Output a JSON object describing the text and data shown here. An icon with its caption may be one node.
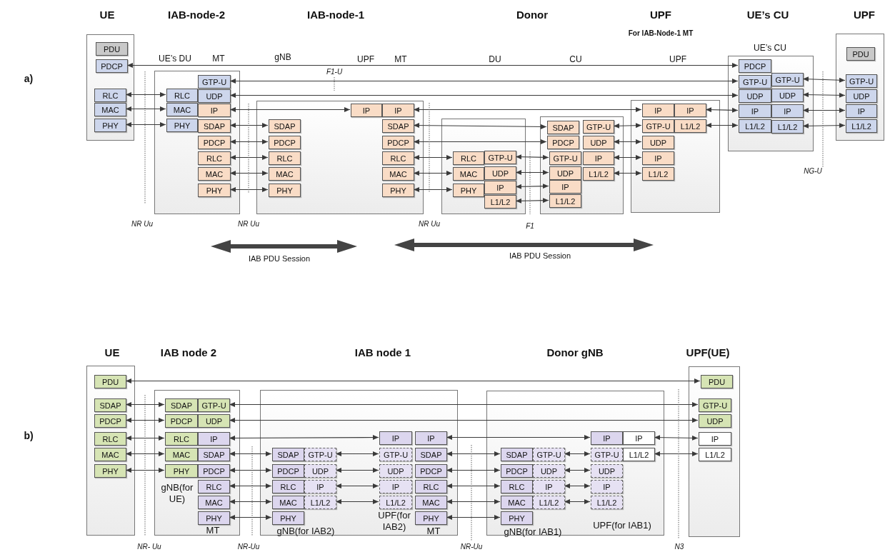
{
  "diagram": {
    "nodes": [
      {
        "text": [],
        "shape": "box"
      },
      {
        "text": [
          "PDU"
        ],
        "in": 0
      },
      {
        "text": [
          "PDCP"
        ],
        "in": 0
      },
      {
        "text": [
          "RLC"
        ],
        "in": 0
      },
      {
        "text": [
          "MAC"
        ],
        "in": 0
      },
      {
        "text": [
          "PHY"
        ],
        "in": 0
      },
      {
        "text": [],
        "shape": "box"
      },
      {
        "text": [
          "RLC"
        ],
        "in": 6
      },
      {
        "text": [
          "MAC"
        ],
        "in": 6
      },
      {
        "text": [
          "PHY"
        ],
        "in": 6
      },
      {
        "text": [
          "GTP-U"
        ],
        "in": 6
      },
      {
        "text": [
          "UDP"
        ],
        "in": 6
      },
      {
        "text": [
          "IP"
        ],
        "in": 6
      },
      {
        "text": [
          "SDAP"
        ],
        "in": 6
      },
      {
        "text": [
          "PDCP"
        ],
        "in": 6
      },
      {
        "text": [
          "RLC"
        ],
        "in": 6
      },
      {
        "text": [
          "MAC"
        ],
        "in": 6
      },
      {
        "text": [
          "PHY"
        ],
        "in": 6
      },
      {
        "text": [],
        "shape": "box"
      },
      {
        "text": [
          "SDAP"
        ],
        "in": 18
      },
      {
        "text": [
          "PDCP"
        ],
        "in": 18
      },
      {
        "text": [
          "RLC"
        ],
        "in": 18
      },
      {
        "text": [
          "MAC"
        ],
        "in": 18
      },
      {
        "text": [
          "PHY"
        ],
        "in": 18
      },
      {
        "text": [
          "IP"
        ],
        "in": 18
      },
      {
        "text": [
          "IP"
        ],
        "in": 18
      },
      {
        "text": [
          "SDAP"
        ],
        "in": 18
      },
      {
        "text": [
          "PDCP"
        ],
        "in": 18
      },
      {
        "text": [
          "RLC"
        ],
        "in": 18
      },
      {
        "text": [
          "MAC"
        ],
        "in": 18
      },
      {
        "text": [
          "PHY"
        ],
        "in": 18
      },
      {
        "text": [],
        "shape": "box"
      },
      {
        "text": [
          "RLC"
        ],
        "in": 31
      },
      {
        "text": [
          "MAC"
        ],
        "in": 31
      },
      {
        "text": [
          "PHY"
        ],
        "in": 31
      },
      {
        "text": [
          "GTP-U"
        ],
        "in": 31
      },
      {
        "text": [
          "UDP"
        ],
        "in": 31
      },
      {
        "text": [
          "IP"
        ],
        "in": 31
      },
      {
        "text": [
          "L1/L2"
        ],
        "in": 31
      },
      {
        "text": [],
        "shape": "box"
      },
      {
        "text": [
          "SDAP"
        ],
        "in": 39
      },
      {
        "text": [
          "PDCP"
        ],
        "in": 39
      },
      {
        "text": [
          "GTP-U"
        ],
        "in": 39
      },
      {
        "text": [
          "UDP"
        ],
        "in": 39
      },
      {
        "text": [
          "IP"
        ],
        "in": 39
      },
      {
        "text": [
          "L1/L2"
        ],
        "in": 39
      },
      {
        "text": [
          "GTP-U"
        ],
        "in": 39
      },
      {
        "text": [
          "UDP"
        ],
        "in": 39
      },
      {
        "text": [
          "IP"
        ],
        "in": 39
      },
      {
        "text": [
          "L1/L2"
        ],
        "in": 39
      },
      {
        "text": [],
        "shape": "box"
      },
      {
        "text": [
          "IP"
        ],
        "in": 50
      },
      {
        "text": [
          "IP"
        ],
        "in": 50
      },
      {
        "text": [
          "GTP-U"
        ],
        "in": 50
      },
      {
        "text": [
          "L1/L2"
        ],
        "in": 50
      },
      {
        "text": [
          "UDP"
        ],
        "in": 50
      },
      {
        "text": [
          "IP"
        ],
        "in": 50
      },
      {
        "text": [
          "L1/L2"
        ],
        "in": 50
      },
      {
        "text": [],
        "shape": "box"
      },
      {
        "text": [
          "PDCP"
        ],
        "in": 58
      },
      {
        "text": [
          "GTP-U"
        ],
        "in": 58
      },
      {
        "text": [
          "UDP"
        ],
        "in": 58
      },
      {
        "text": [
          "IP"
        ],
        "in": 58
      },
      {
        "text": [
          "L1/L2"
        ],
        "in": 58
      },
      {
        "text": [
          "GTP-U"
        ],
        "in": 58
      },
      {
        "text": [
          "UDP"
        ],
        "in": 58
      },
      {
        "text": [
          "IP"
        ],
        "in": 58
      },
      {
        "text": [
          "L1/L2"
        ],
        "in": 58
      },
      {
        "text": [],
        "shape": "box"
      },
      {
        "text": [
          "PDU"
        ],
        "in": 68
      },
      {
        "text": [
          "GTP-U"
        ],
        "in": 68
      },
      {
        "text": [
          "UDP"
        ],
        "in": 68
      },
      {
        "text": [
          "IP"
        ],
        "in": 68
      },
      {
        "text": [
          "L1/L2"
        ],
        "in": 68
      },
      {
        "text": [],
        "shape": "box"
      },
      {
        "text": [
          "PDU"
        ],
        "in": 74
      },
      {
        "text": [
          "SDAP"
        ],
        "in": 74
      },
      {
        "text": [
          "PDCP"
        ],
        "in": 74
      },
      {
        "text": [
          "RLC"
        ],
        "in": 74
      },
      {
        "text": [
          "MAC"
        ],
        "in": 74
      },
      {
        "text": [
          "PHY"
        ],
        "in": 74
      },
      {
        "text": [],
        "shape": "box"
      },
      {
        "text": [
          "SDAP"
        ],
        "in": 81
      },
      {
        "text": [
          "PDCP"
        ],
        "in": 81
      },
      {
        "text": [
          "RLC"
        ],
        "in": 81
      },
      {
        "text": [
          "MAC"
        ],
        "in": 81
      },
      {
        "text": [
          "PHY"
        ],
        "in": 81
      },
      {
        "text": [
          "GTP-U"
        ],
        "in": 81
      },
      {
        "text": [
          "UDP"
        ],
        "in": 81
      },
      {
        "text": [
          "IP"
        ],
        "in": 81
      },
      {
        "text": [
          "SDAP"
        ],
        "in": 81
      },
      {
        "text": [
          "PDCP"
        ],
        "in": 81
      },
      {
        "text": [
          "RLC"
        ],
        "in": 81
      },
      {
        "text": [
          "MAC"
        ],
        "in": 81
      },
      {
        "text": [
          "PHY"
        ],
        "in": 81
      },
      {
        "text": [],
        "shape": "box"
      },
      {
        "text": [
          "SDAP"
        ],
        "in": 95
      },
      {
        "text": [
          "PDCP"
        ],
        "in": 95
      },
      {
        "text": [
          "RLC"
        ],
        "in": 95
      },
      {
        "text": [
          "MAC"
        ],
        "in": 95
      },
      {
        "text": [
          "PHY"
        ],
        "in": 95
      },
      {
        "text": [
          "GTP-U"
        ],
        "in": 95
      },
      {
        "text": [
          "UDP"
        ],
        "in": 95
      },
      {
        "text": [
          "IP"
        ],
        "in": 95
      },
      {
        "text": [
          "L1/L2"
        ],
        "in": 95
      },
      {
        "text": [
          "IP"
        ],
        "in": 95
      },
      {
        "text": [
          "GTP-U"
        ],
        "in": 95
      },
      {
        "text": [
          "UDP"
        ],
        "in": 95
      },
      {
        "text": [
          "IP"
        ],
        "in": 95
      },
      {
        "text": [
          "L1/L2"
        ],
        "in": 95
      },
      {
        "text": [
          "IP"
        ],
        "in": 95
      },
      {
        "text": [
          "SDAP"
        ],
        "in": 95
      },
      {
        "text": [
          "PDCP"
        ],
        "in": 95
      },
      {
        "text": [
          "RLC"
        ],
        "in": 95
      },
      {
        "text": [
          "MAC"
        ],
        "in": 95
      },
      {
        "text": [
          "PHY"
        ],
        "in": 95
      },
      {
        "text": [],
        "shape": "box"
      },
      {
        "text": [
          "SDAP"
        ],
        "in": 116
      },
      {
        "text": [
          "PDCP"
        ],
        "in": 116
      },
      {
        "text": [
          "RLC"
        ],
        "in": 116
      },
      {
        "text": [
          "MAC"
        ],
        "in": 116
      },
      {
        "text": [
          "PHY"
        ],
        "in": 116
      },
      {
        "text": [
          "GTP-U"
        ],
        "in": 116
      },
      {
        "text": [
          "UDP"
        ],
        "in": 116
      },
      {
        "text": [
          "IP"
        ],
        "in": 116
      },
      {
        "text": [
          "L1/L2"
        ],
        "in": 116
      },
      {
        "text": [
          "IP"
        ],
        "in": 116
      },
      {
        "text": [
          "IP"
        ],
        "in": 116
      },
      {
        "text": [
          "GTP-U"
        ],
        "in": 116
      },
      {
        "text": [
          "L1/L2"
        ],
        "in": 116
      },
      {
        "text": [
          "UDP"
        ],
        "in": 116
      },
      {
        "text": [
          "IP"
        ],
        "in": 116
      },
      {
        "text": [
          "L1/L2"
        ],
        "in": 116
      },
      {
        "text": [],
        "shape": "box"
      },
      {
        "text": [
          "PDU"
        ],
        "in": 133
      },
      {
        "text": [
          "GTP-U"
        ],
        "in": 133
      },
      {
        "text": [
          "UDP"
        ],
        "in": 133
      },
      {
        "text": [
          "IP"
        ],
        "in": 133
      },
      {
        "text": [
          "L1/L2"
        ],
        "in": 133
      }
    ],
    "edges": [
      {
        "from": 2,
        "to": 59,
        "arrow": "both"
      },
      {
        "from": 10,
        "to": 60,
        "arrow": "both"
      },
      {
        "from": 11,
        "to": 61,
        "arrow": "both"
      },
      {
        "from": 12,
        "to": 24,
        "arrow": "both"
      },
      {
        "from": 25,
        "to": 51,
        "arrow": "both"
      },
      {
        "from": 52,
        "to": 62,
        "arrow": "both"
      },
      {
        "from": 54,
        "to": 63,
        "arrow": "both"
      },
      {
        "from": 3,
        "to": 7,
        "arrow": "both"
      },
      {
        "from": 4,
        "to": 8,
        "arrow": "both"
      },
      {
        "from": 5,
        "to": 9,
        "arrow": "both"
      },
      {
        "from": 13,
        "to": 19,
        "arrow": "both"
      },
      {
        "from": 14,
        "to": 20,
        "arrow": "both"
      },
      {
        "from": 15,
        "to": 21,
        "arrow": "both"
      },
      {
        "from": 16,
        "to": 22,
        "arrow": "both"
      },
      {
        "from": 17,
        "to": 23,
        "arrow": "both"
      },
      {
        "from": 26,
        "to": 40,
        "arrow": "both"
      },
      {
        "from": 27,
        "to": 41,
        "arrow": "both"
      },
      {
        "from": 28,
        "to": 32,
        "arrow": "both"
      },
      {
        "from": 29,
        "to": 33,
        "arrow": "both"
      },
      {
        "from": 30,
        "to": 34,
        "arrow": "both"
      },
      {
        "from": 35,
        "to": 42,
        "arrow": "both"
      },
      {
        "from": 36,
        "to": 43,
        "arrow": "both"
      },
      {
        "from": 37,
        "to": 44,
        "arrow": "both"
      },
      {
        "from": 38,
        "to": 45,
        "arrow": "both"
      },
      {
        "from": 46,
        "to": 53,
        "arrow": "both"
      },
      {
        "from": 47,
        "to": 55,
        "arrow": "both"
      },
      {
        "from": 48,
        "to": 56,
        "arrow": "both"
      },
      {
        "from": 49,
        "to": 57,
        "arrow": "both"
      },
      {
        "from": 64,
        "to": 70,
        "arrow": "both"
      },
      {
        "from": 65,
        "to": 71,
        "arrow": "both"
      },
      {
        "from": 66,
        "to": 72,
        "arrow": "both"
      },
      {
        "from": 67,
        "to": 73,
        "arrow": "both"
      },
      {
        "from": 75,
        "to": 134,
        "arrow": "both"
      },
      {
        "from": 76,
        "to": 82,
        "arrow": "both"
      },
      {
        "from": 77,
        "to": 83,
        "arrow": "both"
      },
      {
        "from": 78,
        "to": 84,
        "arrow": "both"
      },
      {
        "from": 79,
        "to": 85,
        "arrow": "both"
      },
      {
        "from": 80,
        "to": 86,
        "arrow": "both"
      },
      {
        "from": 87,
        "to": 135,
        "arrow": "both"
      },
      {
        "from": 88,
        "to": 136,
        "arrow": "both"
      },
      {
        "from": 89,
        "to": 105,
        "arrow": "both"
      },
      {
        "from": 110,
        "to": 126,
        "arrow": "both"
      },
      {
        "from": 127,
        "to": 137,
        "arrow": "both"
      },
      {
        "from": 129,
        "to": 138,
        "arrow": "both"
      },
      {
        "from": 90,
        "to": 96,
        "arrow": "both"
      },
      {
        "from": 91,
        "to": 97,
        "arrow": "both"
      },
      {
        "from": 92,
        "to": 98,
        "arrow": "both"
      },
      {
        "from": 93,
        "to": 99,
        "arrow": "both"
      },
      {
        "from": 94,
        "to": 100,
        "arrow": "both"
      },
      {
        "from": 101,
        "to": 106,
        "arrow": "both"
      },
      {
        "from": 102,
        "to": 107,
        "arrow": "both"
      },
      {
        "from": 103,
        "to": 108,
        "arrow": "both"
      },
      {
        "from": 104,
        "to": 109,
        "arrow": "both"
      },
      {
        "from": 111,
        "to": 117,
        "arrow": "both"
      },
      {
        "from": 112,
        "to": 118,
        "arrow": "both"
      },
      {
        "from": 113,
        "to": 119,
        "arrow": "both"
      },
      {
        "from": 114,
        "to": 120,
        "arrow": "both"
      },
      {
        "from": 115,
        "to": 121,
        "arrow": "both"
      },
      {
        "from": 122,
        "to": 128,
        "arrow": "both"
      },
      {
        "from": 123,
        "to": 130,
        "arrow": "both"
      },
      {
        "from": 124,
        "to": 131,
        "arrow": "both"
      },
      {
        "from": 125,
        "to": 132,
        "arrow": "both"
      }
    ],
    "labels": [
      "a)",
      "UE",
      "IAB-node-2",
      "IAB-node-1",
      "Donor",
      "UPF",
      "For IAB-Node-1 MT",
      "UE’s CU",
      "UPF",
      "UE’s DU",
      "MT",
      "gNB",
      "UPF",
      "MT",
      "DU",
      "CU",
      "UPF",
      "UE’s CU",
      "F1-U",
      "NR Uu",
      "NR Uu",
      "NR Uu",
      "F1",
      "NG-U",
      "IAB PDU Session",
      "IAB PDU Session",
      "b)",
      "UE",
      "IAB node 2",
      "IAB node 1",
      "Donor gNB",
      "UPF(UE)",
      "gNB(for UE)",
      "MT",
      "gNB(for IAB2)",
      "UPF(for IAB2)",
      "MT",
      "gNB(for IAB1)",
      "UPF(for IAB1)",
      "NR- Uu",
      "NR-Uu",
      "NR-Uu",
      "N3"
    ]
  }
}
